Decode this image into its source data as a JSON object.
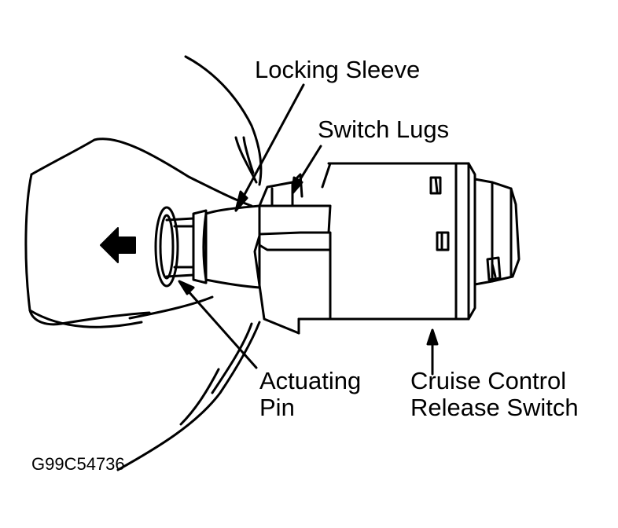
{
  "labels": {
    "locking_sleeve": "Locking Sleeve",
    "switch_lugs": "Switch Lugs",
    "actuating_pin": [
      "Actuating",
      "Pin"
    ],
    "release_switch": [
      "Cruise Control",
      "Release Switch"
    ]
  },
  "figure_code": "G99C54736",
  "colors": {
    "ink": "#000000",
    "paper": "#ffffff"
  },
  "icons": {
    "direction_arrow": "arrow-left-icon"
  }
}
